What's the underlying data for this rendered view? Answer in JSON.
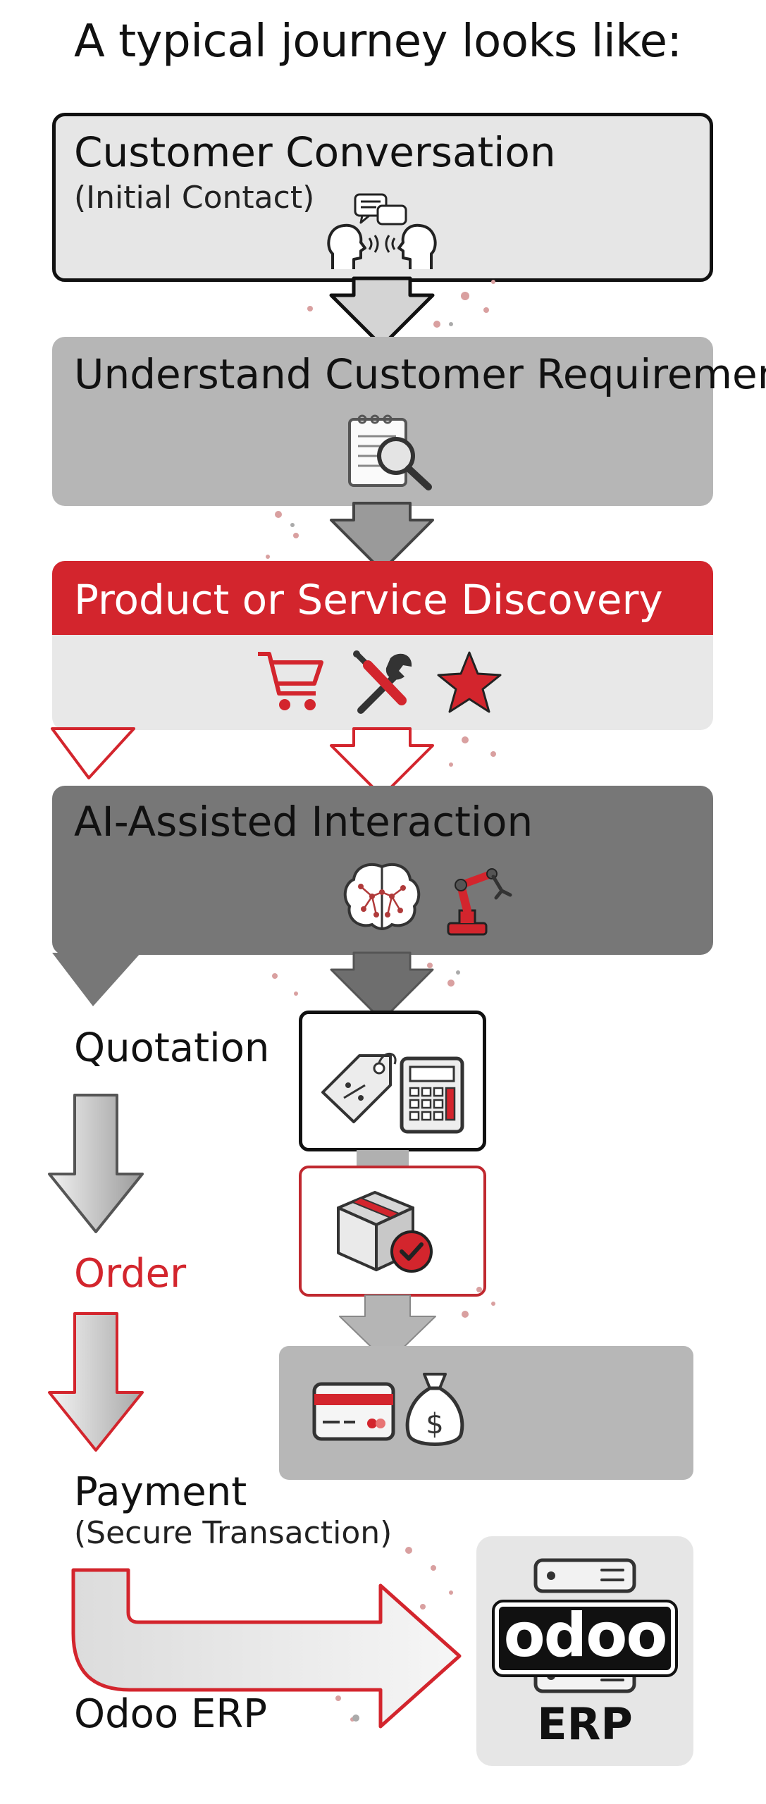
{
  "title": "A typical journey looks like:",
  "steps": [
    {
      "label": "Customer Conversation",
      "sublabel": "(Initial Contact)"
    },
    {
      "label": "Understand Customer Requirement"
    },
    {
      "label": "Product or Service Discovery"
    },
    {
      "label": "AI-Assisted Interaction"
    },
    {
      "label": "Quotation"
    },
    {
      "label": "Order"
    },
    {
      "label": "Payment",
      "sublabel": "(Secure Transaction)"
    },
    {
      "label": "Odoo ERP"
    }
  ],
  "erp": {
    "logo_text": "odoo",
    "caption": "ERP"
  },
  "colors": {
    "accent_red": "#d3252d",
    "dark": "#111111",
    "gray_light": "#e6e6e6",
    "gray_mid": "#b6b6b6",
    "gray_dark": "#777777"
  },
  "icons": [
    "speech-bubbles-icon",
    "two-heads-talking-icon",
    "notepad-magnifier-icon",
    "shopping-cart-icon",
    "wrench-screwdriver-icon",
    "star-icon",
    "brain-network-icon",
    "robot-arm-icon",
    "price-tag-icon",
    "calculator-icon",
    "package-check-icon",
    "credit-card-icon",
    "money-bag-icon",
    "server-icon"
  ]
}
